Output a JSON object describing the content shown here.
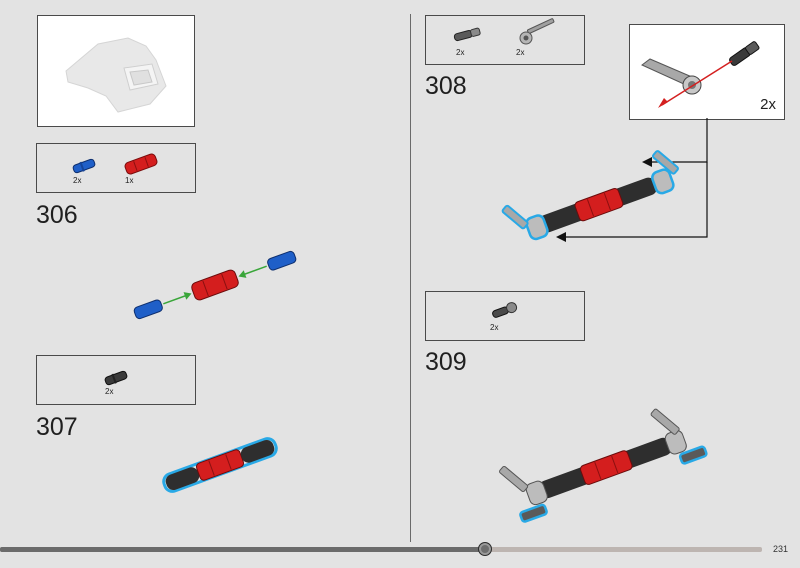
{
  "steps": [
    {
      "number": "306",
      "parts": [
        {
          "qty": "2x"
        },
        {
          "qty": "1x"
        }
      ]
    },
    {
      "number": "307",
      "parts": [
        {
          "qty": "2x"
        }
      ]
    },
    {
      "number": "308",
      "parts": [
        {
          "qty": "2x"
        },
        {
          "qty": "2x"
        }
      ],
      "callout_multiplier": "2x"
    },
    {
      "number": "309",
      "parts": [
        {
          "qty": "2x"
        }
      ]
    }
  ],
  "progress": {
    "fraction": 0.636
  },
  "page_number": "231",
  "colors": {
    "background": "#e3e3e3",
    "highlight": "#29a9e6",
    "red_part": "#d41e1e",
    "blue_part": "#1f5fc8",
    "arrow_green": "#3aa63a",
    "arrow_red": "#d42020"
  }
}
